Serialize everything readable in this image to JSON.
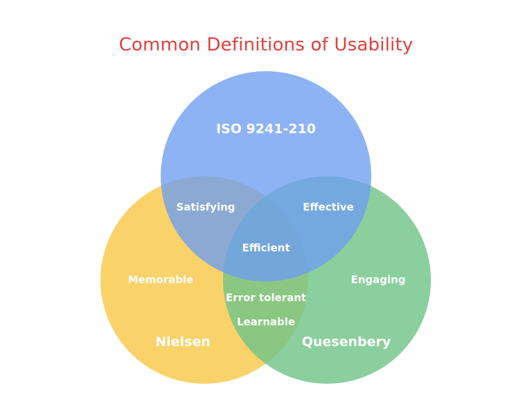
{
  "title": "Common Definitions of Usability",
  "colors": {
    "title": "#e0403c",
    "iso": "#6d9ef1",
    "nielsen": "#f8cc55",
    "quesenbery": "#71c589",
    "text": "#ffffff"
  },
  "sets": {
    "iso": "ISO 9241-210",
    "nielsen": "Nielsen",
    "quesenbery": "Quesenbery"
  },
  "items": {
    "satisfying": "Satisfying",
    "effective": "Effective",
    "efficient": "Efficient",
    "memorable": "Memorable",
    "engaging": "Engaging",
    "error_tolerant": "Error tolerant",
    "learnable": "Learnable"
  }
}
